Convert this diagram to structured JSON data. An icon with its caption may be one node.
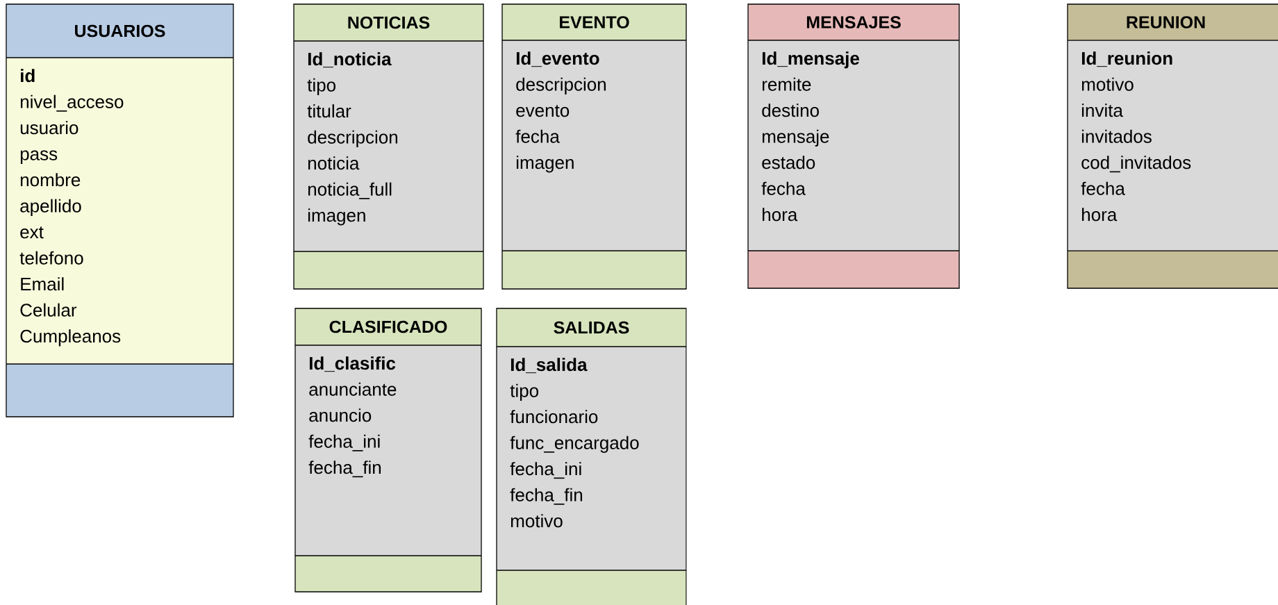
{
  "diagram": {
    "nodes": [
      {
        "text": [
          "USUARIOS",
          "id",
          "nivel_acceso",
          "usuario",
          "pass",
          "nombre",
          "apellido",
          "ext",
          "telefono",
          "Email",
          "Celular",
          "Cumpleanos"
        ]
      },
      {
        "text": [
          "NOTICIAS",
          "Id_noticia",
          "tipo",
          "titular",
          "descripcion",
          "noticia",
          "noticia_full",
          "imagen"
        ]
      },
      {
        "text": [
          "EVENTO",
          "Id_evento",
          "descripcion",
          "evento",
          "fecha",
          "imagen"
        ]
      },
      {
        "text": [
          "MENSAJES",
          "Id_mensaje",
          "remite",
          "destino",
          "mensaje",
          "estado",
          "fecha",
          "hora"
        ]
      },
      {
        "text": [
          "REUNION",
          "Id_reunion",
          "motivo",
          "invita",
          "invitados",
          "cod_invitados",
          "fecha",
          "hora"
        ]
      },
      {
        "text": [
          "CLASIFICADO",
          "Id_clasific",
          "anunciante",
          "anuncio",
          "fecha_ini",
          "fecha_fin"
        ]
      },
      {
        "text": [
          "SALIDAS",
          "Id_salida",
          "tipo",
          "funcionario",
          "func_encargado",
          "fecha_ini",
          "fecha_fin",
          "motivo"
        ]
      }
    ],
    "edges": []
  }
}
